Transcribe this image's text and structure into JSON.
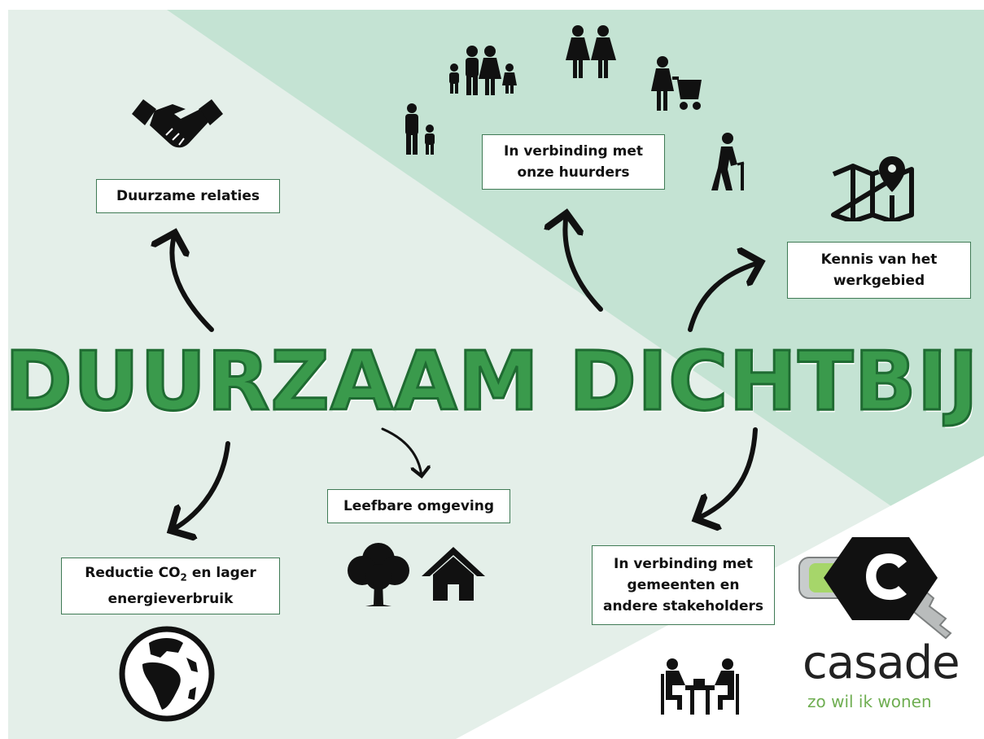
{
  "title": "DUURZAAM DICHTBIJ",
  "boxes": {
    "relations": {
      "line1": "Duurzame relaties"
    },
    "tenants": {
      "line1": "In verbinding met",
      "line2": "onze huurders"
    },
    "knowledge": {
      "line1": "Kennis van het",
      "line2": "werkgebied"
    },
    "environment": {
      "line1": "Leefbare omgeving"
    },
    "co2": {
      "line1_pre": "Reductie CO",
      "line1_sub": "2",
      "line1_post": " en lager",
      "line2": "energieverbruik"
    },
    "municipalities": {
      "line1": "In verbinding met",
      "line2": "gemeenten en",
      "line3": "andere stakeholders"
    }
  },
  "brand": {
    "name": "casade",
    "tagline": "zo wil ik wonen",
    "color": "#6fae52"
  },
  "colors": {
    "title_fill": "#3a9a4c",
    "title_stroke": "#1f6b32",
    "box_border": "#3f7a55"
  },
  "icons": [
    "handshake-icon",
    "family-icon",
    "couple-icon",
    "parent-stroller-icon",
    "parent-child-icon",
    "elderly-icon",
    "map-pin-icon",
    "tree-icon",
    "house-icon",
    "globe-icon",
    "meeting-icon",
    "keys-logo-icon"
  ]
}
